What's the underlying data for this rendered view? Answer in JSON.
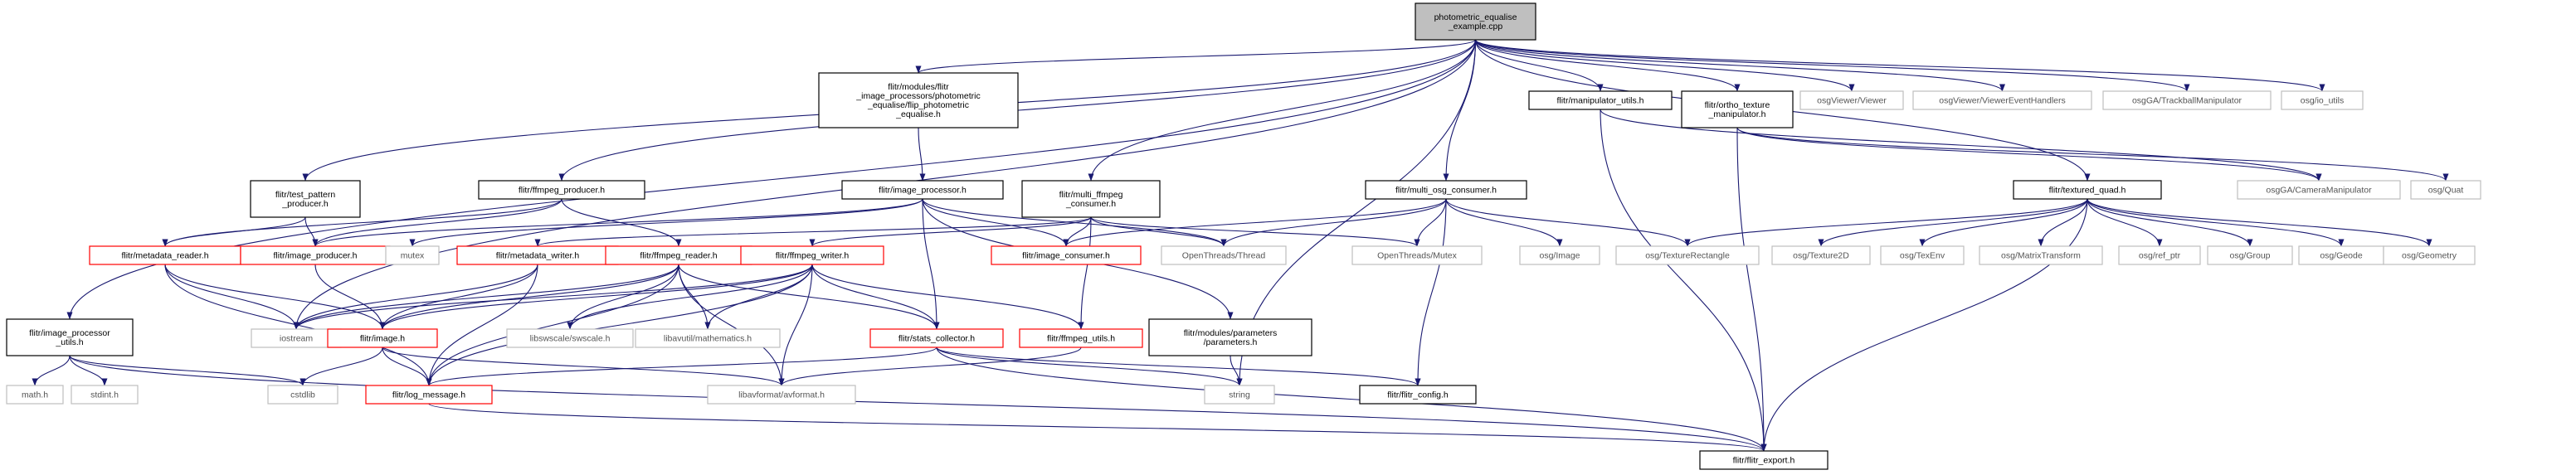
{
  "colors": {
    "edge": "#191970",
    "arrow": "#191970",
    "root_fill": "#bfbfbf",
    "root_border": "#000000",
    "file_border": "#000000",
    "incomplete_border": "#ff0000",
    "system_border": "#bfbfbf",
    "system_text": "#555555"
  },
  "nodes": [
    {
      "id": "root",
      "kind": "root",
      "lines": [
        "photometric_equalise",
        "_example.cpp"
      ]
    },
    {
      "id": "pe",
      "kind": "file",
      "lines": [
        "flitr/modules/flitr",
        "_image_processors/photometric",
        "_equalise/flip_photometric",
        "_equalise.h"
      ]
    },
    {
      "id": "mu",
      "kind": "file",
      "lines": [
        "flitr/manipulator_utils.h"
      ]
    },
    {
      "id": "otm",
      "kind": "file",
      "lines": [
        "flitr/ortho_texture",
        "_manipulator.h"
      ]
    },
    {
      "id": "vv",
      "kind": "system",
      "lines": [
        "osgViewer/Viewer"
      ]
    },
    {
      "id": "veh",
      "kind": "system",
      "lines": [
        "osgViewer/ViewerEventHandlers"
      ]
    },
    {
      "id": "tbm",
      "kind": "system",
      "lines": [
        "osgGA/TrackballManipulator"
      ]
    },
    {
      "id": "iou",
      "kind": "system",
      "lines": [
        "osg/io_utils"
      ]
    },
    {
      "id": "tpp",
      "kind": "file",
      "lines": [
        "flitr/test_pattern",
        "_producer.h"
      ]
    },
    {
      "id": "ffp",
      "kind": "file",
      "lines": [
        "flitr/ffmpeg_producer.h"
      ]
    },
    {
      "id": "ip",
      "kind": "file",
      "lines": [
        "flitr/image_processor.h"
      ]
    },
    {
      "id": "mfc",
      "kind": "file",
      "lines": [
        "flitr/multi_ffmpeg",
        "_consumer.h"
      ]
    },
    {
      "id": "moc",
      "kind": "file",
      "lines": [
        "flitr/multi_osg_consumer.h"
      ]
    },
    {
      "id": "tq",
      "kind": "file",
      "lines": [
        "flitr/textured_quad.h"
      ]
    },
    {
      "id": "cm",
      "kind": "system",
      "lines": [
        "osgGA/CameraManipulator"
      ]
    },
    {
      "id": "quat",
      "kind": "system",
      "lines": [
        "osg/Quat"
      ]
    },
    {
      "id": "mr",
      "kind": "incomplete",
      "lines": [
        "flitr/metadata_reader.h"
      ]
    },
    {
      "id": "iprod",
      "kind": "incomplete",
      "lines": [
        "flitr/image_producer.h"
      ]
    },
    {
      "id": "mutex",
      "kind": "system",
      "lines": [
        "mutex"
      ]
    },
    {
      "id": "mw",
      "kind": "incomplete",
      "lines": [
        "flitr/metadata_writer.h"
      ]
    },
    {
      "id": "ffr",
      "kind": "incomplete",
      "lines": [
        "flitr/ffmpeg_reader.h"
      ]
    },
    {
      "id": "ffw",
      "kind": "incomplete",
      "lines": [
        "flitr/ffmpeg_writer.h"
      ]
    },
    {
      "id": "ic",
      "kind": "incomplete",
      "lines": [
        "flitr/image_consumer.h"
      ]
    },
    {
      "id": "ot",
      "kind": "system",
      "lines": [
        "OpenThreads/Thread"
      ]
    },
    {
      "id": "om",
      "kind": "system",
      "lines": [
        "OpenThreads/Mutex"
      ]
    },
    {
      "id": "img",
      "kind": "system",
      "lines": [
        "osg/Image"
      ]
    },
    {
      "id": "tr",
      "kind": "system",
      "lines": [
        "osg/TextureRectangle"
      ]
    },
    {
      "id": "t2d",
      "kind": "system",
      "lines": [
        "osg/Texture2D"
      ]
    },
    {
      "id": "te",
      "kind": "system",
      "lines": [
        "osg/TexEnv"
      ]
    },
    {
      "id": "mt",
      "kind": "system",
      "lines": [
        "osg/MatrixTransform"
      ]
    },
    {
      "id": "rp",
      "kind": "system",
      "lines": [
        "osg/ref_ptr"
      ]
    },
    {
      "id": "grp",
      "kind": "system",
      "lines": [
        "osg/Group"
      ]
    },
    {
      "id": "geode",
      "kind": "system",
      "lines": [
        "osg/Geode"
      ]
    },
    {
      "id": "geom",
      "kind": "system",
      "lines": [
        "osg/Geometry"
      ]
    },
    {
      "id": "ipu",
      "kind": "file",
      "lines": [
        "flitr/image_processor",
        "_utils.h"
      ]
    },
    {
      "id": "ios",
      "kind": "system",
      "lines": [
        "iostream"
      ]
    },
    {
      "id": "fimg",
      "kind": "incomplete",
      "lines": [
        "flitr/image.h"
      ]
    },
    {
      "id": "sws",
      "kind": "system",
      "lines": [
        "libswscale/swscale.h"
      ]
    },
    {
      "id": "lm",
      "kind": "system",
      "lines": [
        "libavutil/mathematics.h"
      ]
    },
    {
      "id": "sc",
      "kind": "incomplete",
      "lines": [
        "flitr/stats_collector.h"
      ]
    },
    {
      "id": "ffu",
      "kind": "incomplete",
      "lines": [
        "flitr/ffmpeg_utils.h"
      ]
    },
    {
      "id": "par",
      "kind": "file",
      "lines": [
        "flitr/modules/parameters",
        "/parameters.h"
      ]
    },
    {
      "id": "math",
      "kind": "system",
      "lines": [
        "math.h"
      ]
    },
    {
      "id": "stdint",
      "kind": "system",
      "lines": [
        "stdint.h"
      ]
    },
    {
      "id": "cstd",
      "kind": "system",
      "lines": [
        "cstdlib"
      ]
    },
    {
      "id": "lm2",
      "kind": "incomplete",
      "lines": [
        "flitr/log_message.h"
      ]
    },
    {
      "id": "avf",
      "kind": "system",
      "lines": [
        "libavformat/avformat.h"
      ]
    },
    {
      "id": "str",
      "kind": "system",
      "lines": [
        "string"
      ]
    },
    {
      "id": "cfg",
      "kind": "file",
      "lines": [
        "flitr/flitr_config.h"
      ]
    },
    {
      "id": "exp",
      "kind": "file",
      "lines": [
        "flitr/flitr_export.h"
      ]
    }
  ],
  "edges": [
    [
      "root",
      "pe"
    ],
    [
      "root",
      "mu"
    ],
    [
      "root",
      "otm"
    ],
    [
      "root",
      "vv"
    ],
    [
      "root",
      "veh"
    ],
    [
      "root",
      "tbm"
    ],
    [
      "root",
      "iou"
    ],
    [
      "root",
      "tpp"
    ],
    [
      "root",
      "ffp"
    ],
    [
      "root",
      "mfc"
    ],
    [
      "root",
      "moc"
    ],
    [
      "root",
      "tq"
    ],
    [
      "root",
      "ios"
    ],
    [
      "root",
      "str"
    ],
    [
      "root",
      "ipu"
    ],
    [
      "pe",
      "ip"
    ],
    [
      "mu",
      "cm"
    ],
    [
      "otm",
      "cm"
    ],
    [
      "otm",
      "quat"
    ],
    [
      "otm",
      "exp"
    ],
    [
      "mu",
      "exp"
    ],
    [
      "tpp",
      "mr"
    ],
    [
      "tpp",
      "iprod"
    ],
    [
      "ffp",
      "iprod"
    ],
    [
      "ffp",
      "ffr"
    ],
    [
      "ffp",
      "mr"
    ],
    [
      "ip",
      "iprod"
    ],
    [
      "ip",
      "ic"
    ],
    [
      "ip",
      "ot"
    ],
    [
      "ip",
      "sc"
    ],
    [
      "ip",
      "par"
    ],
    [
      "ip",
      "mutex"
    ],
    [
      "mfc",
      "ic"
    ],
    [
      "mfc",
      "ffw"
    ],
    [
      "mfc",
      "ot"
    ],
    [
      "mfc",
      "om"
    ],
    [
      "mfc",
      "mw"
    ],
    [
      "mfc",
      "ffu"
    ],
    [
      "moc",
      "ic"
    ],
    [
      "moc",
      "ot"
    ],
    [
      "moc",
      "om"
    ],
    [
      "moc",
      "img"
    ],
    [
      "moc",
      "tr"
    ],
    [
      "moc",
      "cfg"
    ],
    [
      "tq",
      "tr"
    ],
    [
      "tq",
      "t2d"
    ],
    [
      "tq",
      "te"
    ],
    [
      "tq",
      "mt"
    ],
    [
      "tq",
      "rp"
    ],
    [
      "tq",
      "grp"
    ],
    [
      "tq",
      "geode"
    ],
    [
      "tq",
      "geom"
    ],
    [
      "tq",
      "exp"
    ],
    [
      "mr",
      "ios"
    ],
    [
      "mr",
      "fimg"
    ],
    [
      "mr",
      "lm2"
    ],
    [
      "iprod",
      "fimg"
    ],
    [
      "mw",
      "ios"
    ],
    [
      "mw",
      "fimg"
    ],
    [
      "mw",
      "lm2"
    ],
    [
      "ffr",
      "ios"
    ],
    [
      "ffr",
      "fimg"
    ],
    [
      "ffr",
      "sws"
    ],
    [
      "ffr",
      "lm"
    ],
    [
      "ffr",
      "avf"
    ],
    [
      "ffr",
      "lm2"
    ],
    [
      "ffr",
      "sc"
    ],
    [
      "ffw",
      "ios"
    ],
    [
      "ffw",
      "fimg"
    ],
    [
      "ffw",
      "sws"
    ],
    [
      "ffw",
      "lm"
    ],
    [
      "ffw",
      "avf"
    ],
    [
      "ffw",
      "lm2"
    ],
    [
      "ffw",
      "sc"
    ],
    [
      "ffw",
      "ffu"
    ],
    [
      "ffu",
      "avf"
    ],
    [
      "fimg",
      "cstd"
    ],
    [
      "fimg",
      "lm2"
    ],
    [
      "fimg",
      "avf"
    ],
    [
      "sc",
      "str"
    ],
    [
      "sc",
      "cfg"
    ],
    [
      "sc",
      "lm2"
    ],
    [
      "sc",
      "exp"
    ],
    [
      "par",
      "str"
    ],
    [
      "ipu",
      "math"
    ],
    [
      "ipu",
      "stdint"
    ],
    [
      "ipu",
      "cstd"
    ],
    [
      "ipu",
      "exp"
    ],
    [
      "lm2",
      "exp"
    ]
  ]
}
